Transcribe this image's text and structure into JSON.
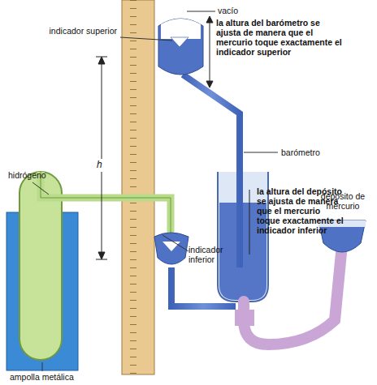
{
  "diagram": {
    "labels": [
      "vacío",
      "indicador superior",
      "la altura del barómetro se ajusta de manera que el mercurio toque exactamente el indicador superior",
      "barómetro",
      "h",
      "hidrógeno",
      "la altura del depósito se ajusta de manera que el mercurio toque exactamente el indicador inferior",
      "depósito de mercurio",
      "indicador inferior",
      "ampolla metálica"
    ]
  }
}
